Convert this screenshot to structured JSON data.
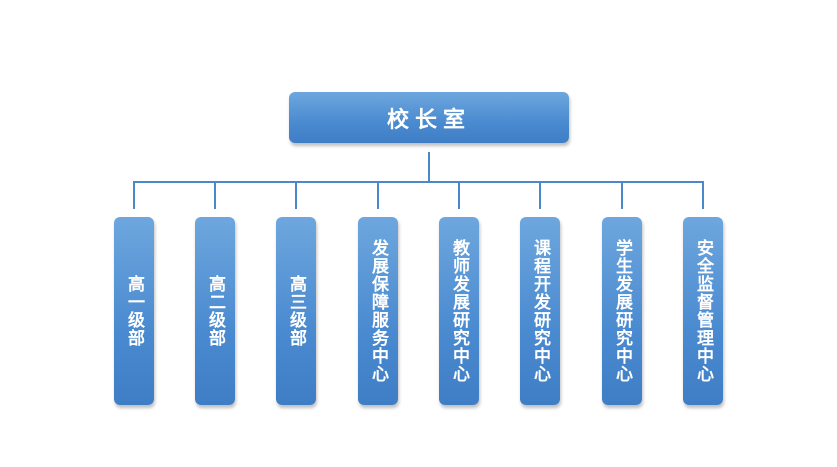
{
  "root": {
    "label": "校长室"
  },
  "children": [
    {
      "label": "高一级部"
    },
    {
      "label": "高二级部"
    },
    {
      "label": "高三级部"
    },
    {
      "label": "发展保障服务中心"
    },
    {
      "label": "教师发展研究中心"
    },
    {
      "label": "课程开发研究中心"
    },
    {
      "label": "学生发展研究中心"
    },
    {
      "label": "安全监督管理中心"
    }
  ],
  "colors": {
    "box": "#4a8ad0",
    "connector": "#4a89c8"
  }
}
